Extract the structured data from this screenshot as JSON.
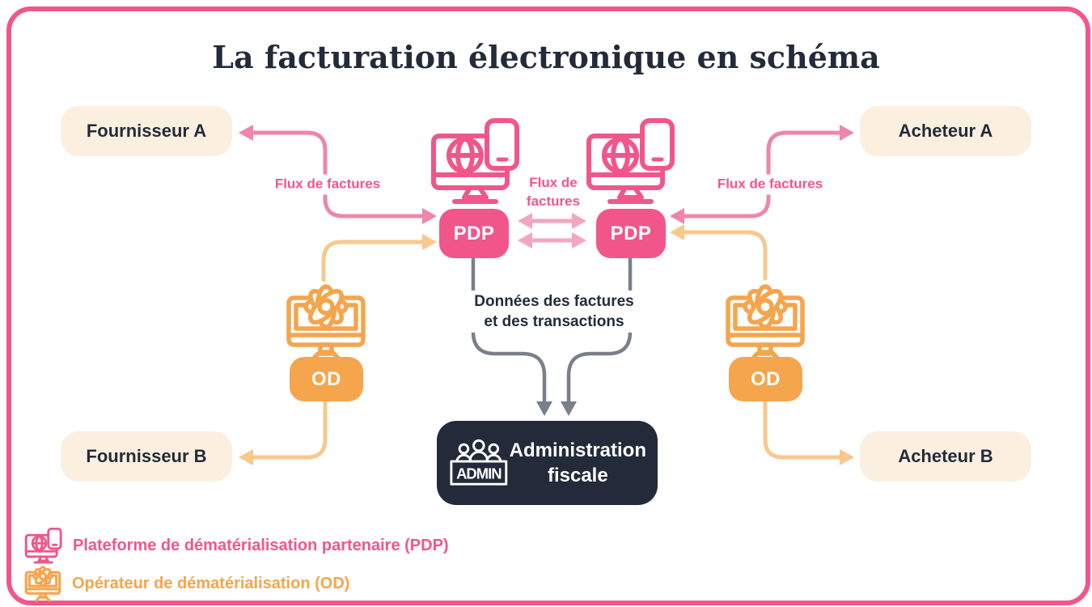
{
  "title": "La facturation électronique en schéma",
  "nodes": {
    "fournisseur_a": "Fournisseur A",
    "acheteur_a": "Acheteur A",
    "fournisseur_b": "Fournisseur B",
    "acheteur_b": "Acheteur B",
    "pdp_left": "PDP",
    "pdp_right": "PDP",
    "od_left": "OD",
    "od_right": "OD",
    "admin_line1": "Administration",
    "admin_line2": "fiscale",
    "admin_badge": "ADMIN"
  },
  "edges": {
    "flux_left": "Flux de factures",
    "flux_center_l1": "Flux de",
    "flux_center_l2": "factures",
    "flux_right": "Flux de factures",
    "donnees_l1": "Données des factures",
    "donnees_l2": "et des transactions"
  },
  "legend": {
    "pdp_label": "Plateforme de dématérialisation partenaire (PDP)",
    "od_label": "Opérateur de dématérialisation (OD)"
  },
  "icons": {
    "pdp": "monitor-globe-phone-icon",
    "od": "monitor-atom-icon",
    "admin": "admin-people-desk-icon"
  },
  "colors": {
    "pink": "#F1568B",
    "pink_arrow": "#EE86A9",
    "pink_light_arrow": "#F2A6C1",
    "orange": "#F5A54C",
    "orange_arrow": "#F8C88C",
    "cream": "#FBF0DF",
    "navy": "#232B3A",
    "gray_arrow": "#7A808A",
    "frame_border": "#F1568B"
  }
}
